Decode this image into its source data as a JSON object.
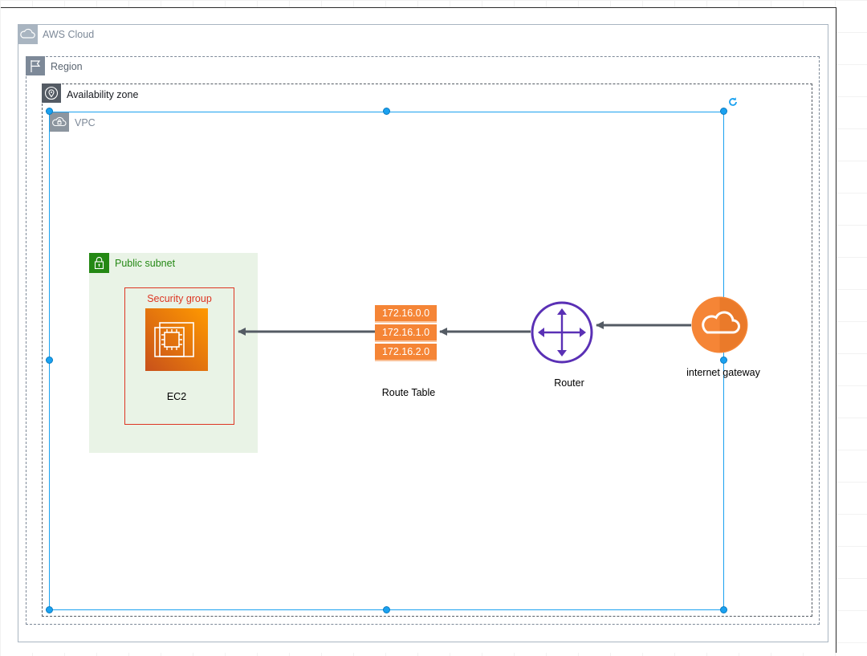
{
  "groups": {
    "aws_cloud": "AWS Cloud",
    "region": "Region",
    "availability_zone": "Availability zone",
    "vpc": "VPC",
    "public_subnet": "Public subnet",
    "security_group": "Security group"
  },
  "nodes": {
    "ec2": "EC2",
    "route_table": "Route Table",
    "router": "Router",
    "internet_gateway": "internet gateway"
  },
  "route_table_entries": [
    "172.16.0.0",
    "172.16.1.0",
    "172.16.2.0"
  ],
  "colors": {
    "aws_cloud_border": "#a9b5c1",
    "public_subnet_fill": "#e9f3e6",
    "public_subnet_accent": "#248814",
    "security_group": "#dd3522",
    "ec2_orange": "#ec7211",
    "route_table_orange": "#f58536",
    "router_purple": "#5a30b5",
    "igw_orange": "#f58536",
    "selection_blue": "#1aa1f0",
    "arrow": "#545b64"
  },
  "edges": [
    {
      "from": "internet_gateway",
      "to": "router"
    },
    {
      "from": "router",
      "to": "route_table"
    },
    {
      "from": "route_table",
      "to": "security_group"
    }
  ]
}
